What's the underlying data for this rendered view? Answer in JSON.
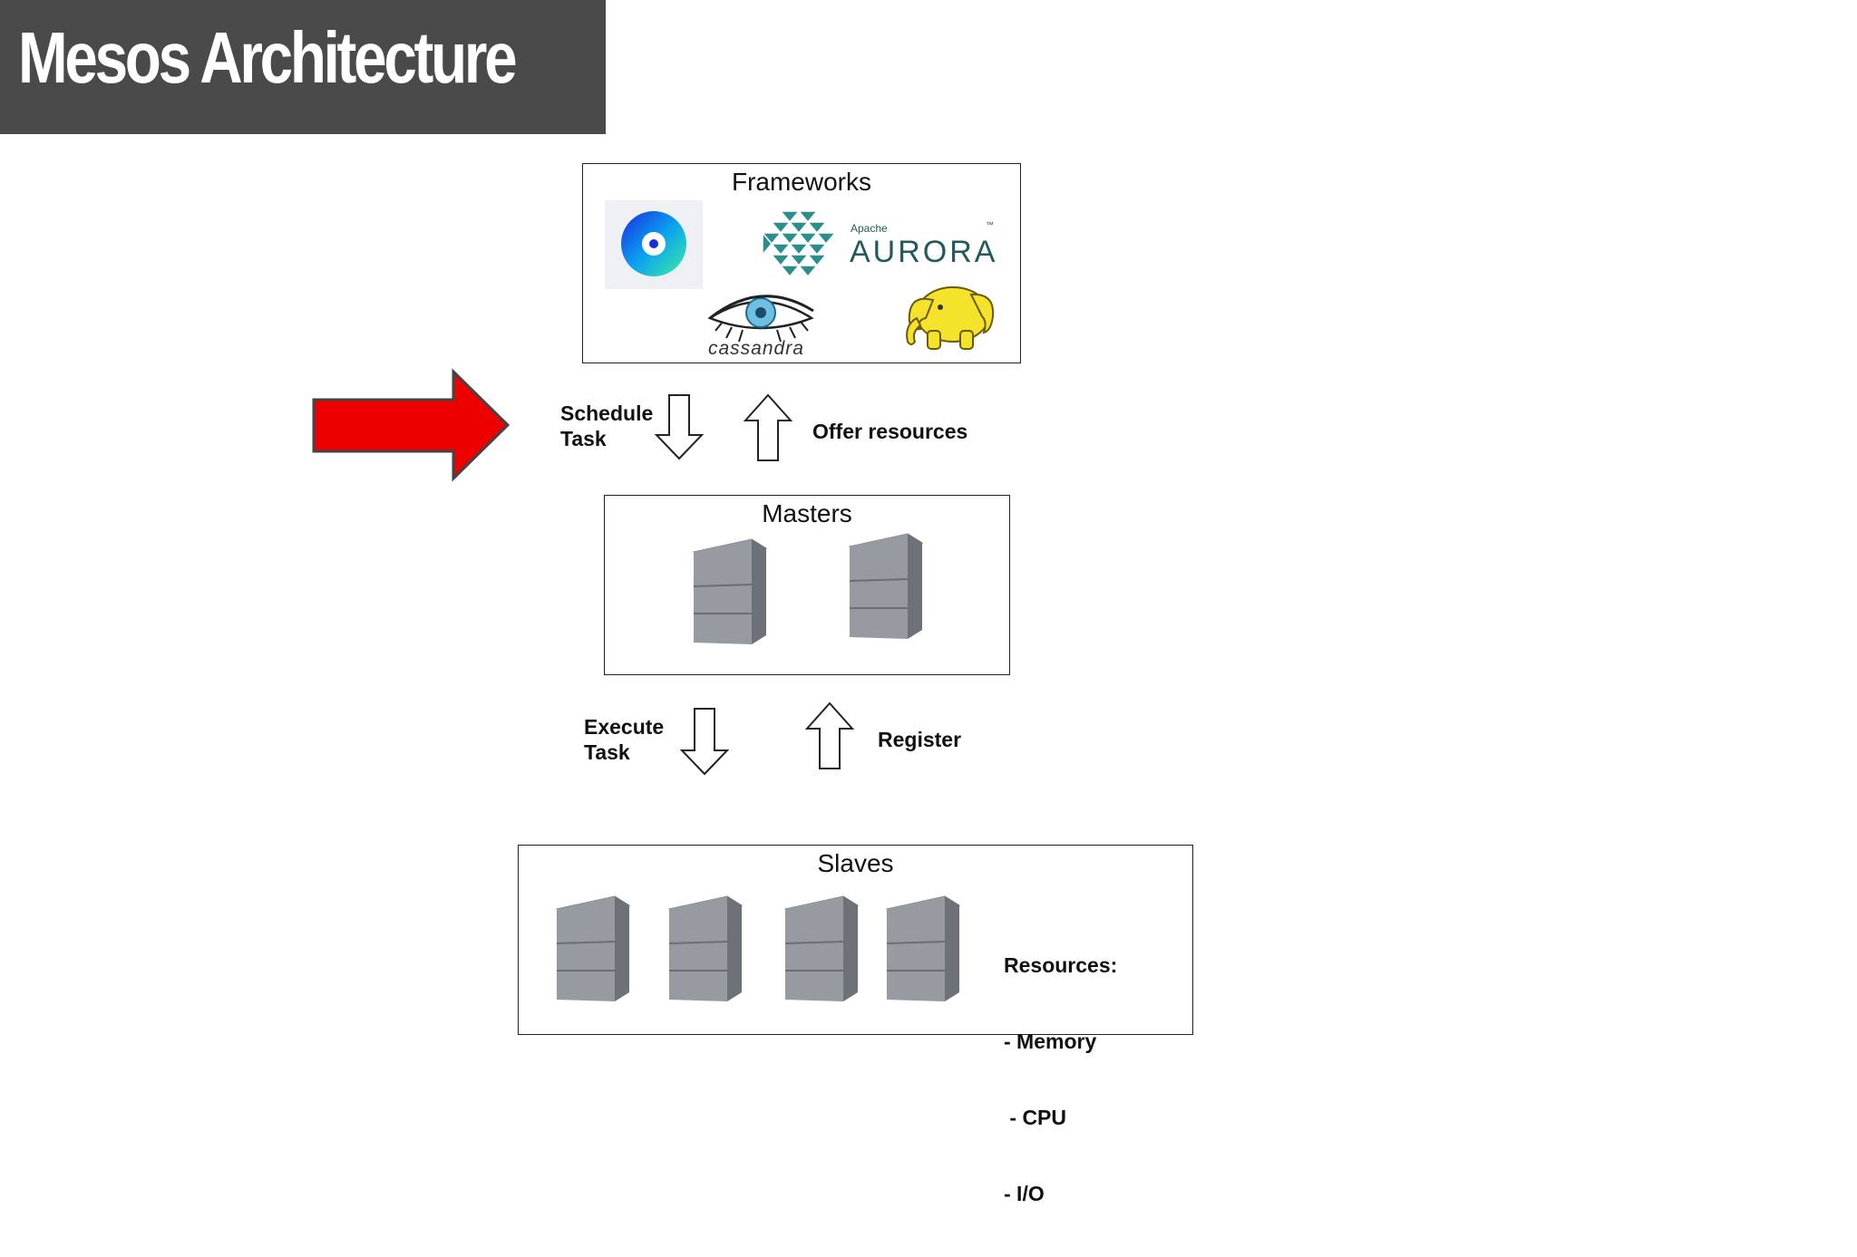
{
  "title": "Mesos Architecture",
  "frameworks": {
    "heading": "Frameworks",
    "logos": {
      "aurora_small": "Apache",
      "aurora_large": "AURORA",
      "aurora_tm": "™",
      "cassandra": "cassandra"
    }
  },
  "arrows_top": {
    "left_label_line1": "Schedule",
    "left_label_line2": "Task",
    "right_label": "Offer resources"
  },
  "masters": {
    "heading": "Masters"
  },
  "arrows_bottom": {
    "left_label_line1": "Execute",
    "left_label_line2": "Task",
    "right_label": "Register"
  },
  "slaves": {
    "heading": "Slaves",
    "resources_title": "Resources:",
    "resources": [
      "- Memory",
      " - CPU",
      "- I/O"
    ]
  },
  "colors": {
    "title_bar": "#4a4a4a",
    "pointer_arrow": "#ee0000",
    "server": "#8f9399"
  }
}
